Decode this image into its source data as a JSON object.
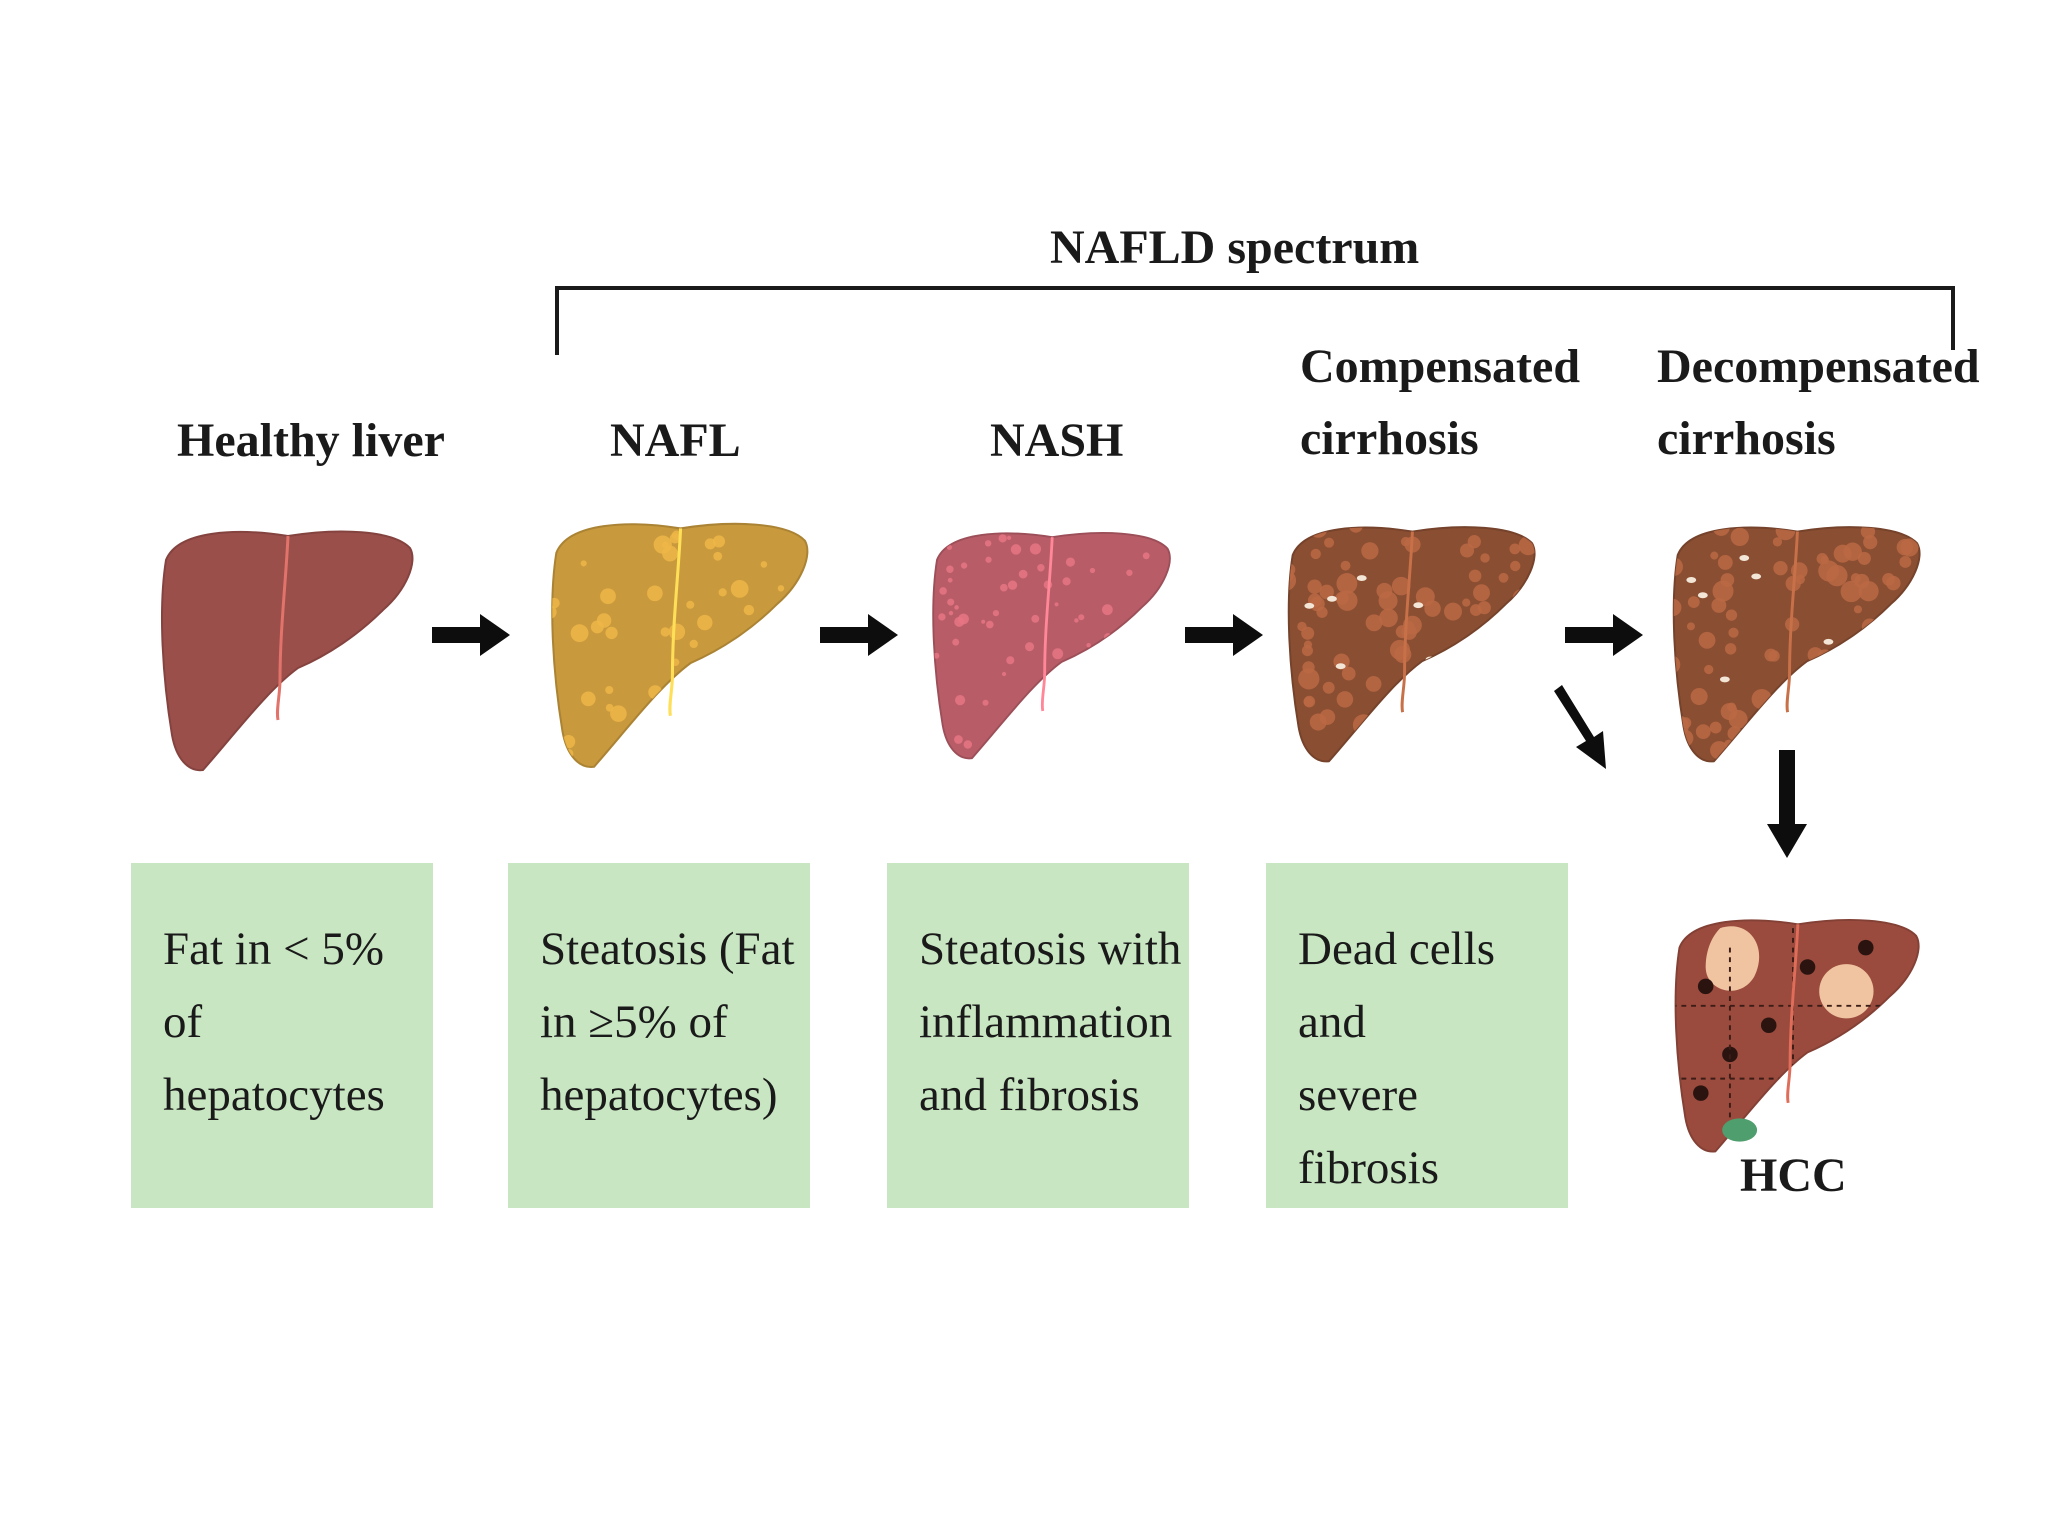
{
  "spectrum": {
    "label": "NAFLD spectrum"
  },
  "stages": [
    {
      "title": "Healthy liver",
      "description": "Fat in  < 5%\nof hepatocytes",
      "color": "#9b4f4a"
    },
    {
      "title": "NAFL",
      "description": "Steatosis (Fat\nin ≥5% of\nhepatocytes)",
      "color": "#c99a3d"
    },
    {
      "title": "NASH",
      "description": "Steatosis with\ninflammation\nand fibrosis",
      "color": "#b85d68"
    },
    {
      "title": "Compensated\ncirrhosis",
      "description": "Dead cells and\nsevere fibrosis",
      "color": "#8a4e32"
    },
    {
      "title": "Decompensated\ncirrhosis",
      "color": "#8a4e32"
    }
  ],
  "hcc": {
    "label": "HCC",
    "color": "#9a4b3e"
  },
  "colors": {
    "box": "#c8e6c1",
    "arrow": "#0d0d0d"
  }
}
